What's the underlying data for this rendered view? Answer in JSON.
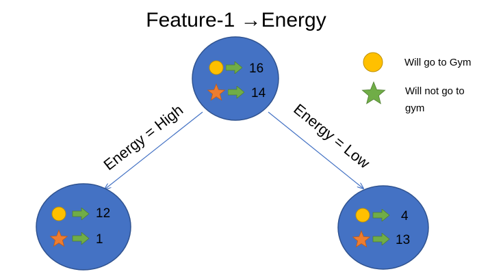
{
  "title": "Feature-1 →Energy",
  "colors": {
    "node_fill": "#4472C4",
    "node_stroke": "#2F528F",
    "circle_marker": "#FFC000",
    "circle_marker_stroke": "#BF9000",
    "star_marker_node": "#ED7D31",
    "star_marker_legend": "#70AD47",
    "arrow_fill": "#70AD47",
    "edge_color": "#4472C4"
  },
  "nodes": {
    "root": {
      "gym": "16",
      "not_gym": "14"
    },
    "left": {
      "gym": "12",
      "not_gym": "1"
    },
    "right": {
      "gym": "4",
      "not_gym": "13"
    }
  },
  "edges": {
    "left_label": "Energy = High",
    "right_label": "Energy = Low"
  },
  "legend": {
    "will_go": "Will go to Gym",
    "will_not_line1": "Will not go to",
    "will_not_line2": "gym"
  }
}
